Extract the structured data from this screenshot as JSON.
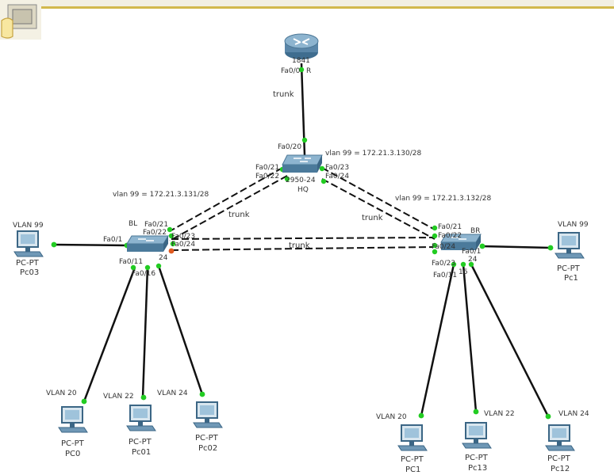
{
  "labels": {
    "router_model": "1841",
    "router_port": "Fa0/0",
    "router_port_r": "R",
    "hq_uplink_port": "Fa0/20",
    "hq_vlan99": "vlan 99 = 172.21.3.130/28",
    "hq_model": "2950-24",
    "hq_name": "HQ",
    "hq_fa021": "Fa0/21",
    "hq_fa022": "Fa0/22",
    "hq_fa023": "Fa0/23",
    "hq_fa024": "Fa0/24",
    "bl_name": "BL",
    "bl_vlan99": "vlan 99 = 172.21.3.131/28",
    "bl_fa01": "Fa0/1",
    "bl_fa021": "Fa0/21",
    "bl_fa022": "Fa0/22",
    "bl_fa023": "Fa0/23",
    "bl_fa024": "Fa0/24",
    "bl_fa011": "Fa0/11",
    "bl_fa016": "Fa0/16",
    "bl_24": "24",
    "br_name": "BR",
    "br_vlan99": "vlan 99 = 172.21.3.132/28",
    "br_fa021": "Fa0/21",
    "br_fa022": "Fa0/22",
    "br_fa024": "Fa0/24",
    "br_fa023": "Fa0/23",
    "br_fa011": "Fa0/11",
    "br_fa01": "Fa0/1",
    "br_24": "24",
    "br_16": "16",
    "trunk1": "trunk",
    "trunk2": "trunk",
    "trunk3": "trunk",
    "trunk4": "trunk",
    "pc03_vlan": "VLAN 99",
    "pc03_type": "PC-PT",
    "pc03_name": "Pc03",
    "pc1r_vlan": "VLAN 99",
    "pc1r_type": "PC-PT",
    "pc1r_name": "Pc1",
    "pc0_vlan": "VLAN 20",
    "pc0_type": "PC-PT",
    "pc0_name": "PC0",
    "pc01_vlan": "VLAN 22",
    "pc01_type": "PC-PT",
    "pc01_name": "Pc01",
    "pc02_vlan": "VLAN 24",
    "pc02_type": "PC-PT",
    "pc02_name": "Pc02",
    "pc1b_vlan": "VLAN 20",
    "pc1b_type": "PC-PT",
    "pc1b_name": "PC1",
    "pc13_vlan": "VLAN 22",
    "pc13_type": "PC-PT",
    "pc13_name": "Pc13",
    "pc12_vlan": "VLAN 24",
    "pc12_type": "PC-PT",
    "pc12_name": "Pc12"
  },
  "colors": {
    "link": "#111111",
    "link_up": "#22cc22",
    "link_down": "#e05a20",
    "device": "#5a86a8"
  },
  "icons": {
    "router": "router-icon",
    "switch": "switch-icon",
    "pc": "pc-icon",
    "toolbar": "pointer-tool-icon"
  }
}
